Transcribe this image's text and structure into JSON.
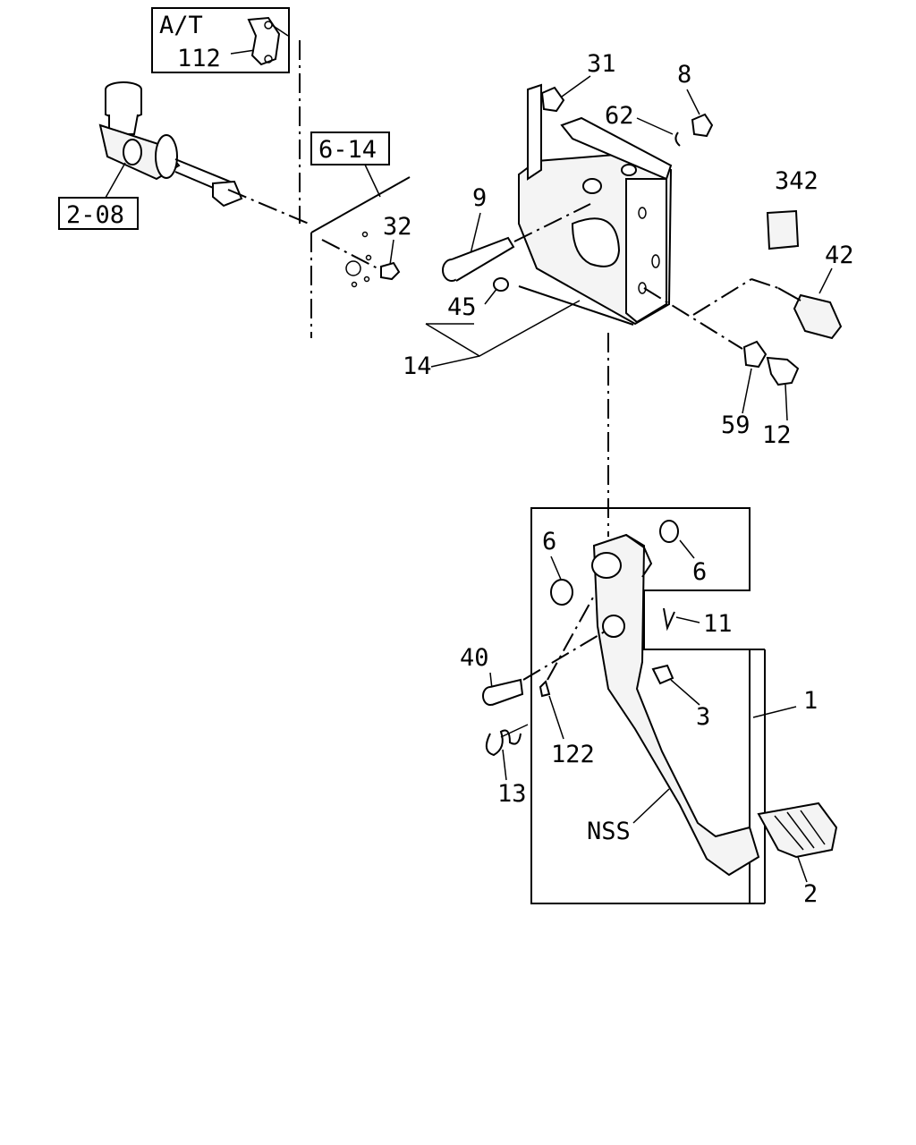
{
  "labels": {
    "at": "A/T",
    "p112": "112",
    "ref_6_14": "6-14",
    "ref_2_08": "2-08",
    "p32": "32",
    "p31": "31",
    "p8": "8",
    "p62": "62",
    "p9": "9",
    "p342": "342",
    "p42": "42",
    "p45": "45",
    "p14": "14",
    "p59": "59",
    "p12": "12",
    "p6a": "6",
    "p6b": "6",
    "p11": "11",
    "p40": "40",
    "p3": "3",
    "p1": "1",
    "p122": "122",
    "p13": "13",
    "nss": "NSS",
    "p2": "2"
  }
}
